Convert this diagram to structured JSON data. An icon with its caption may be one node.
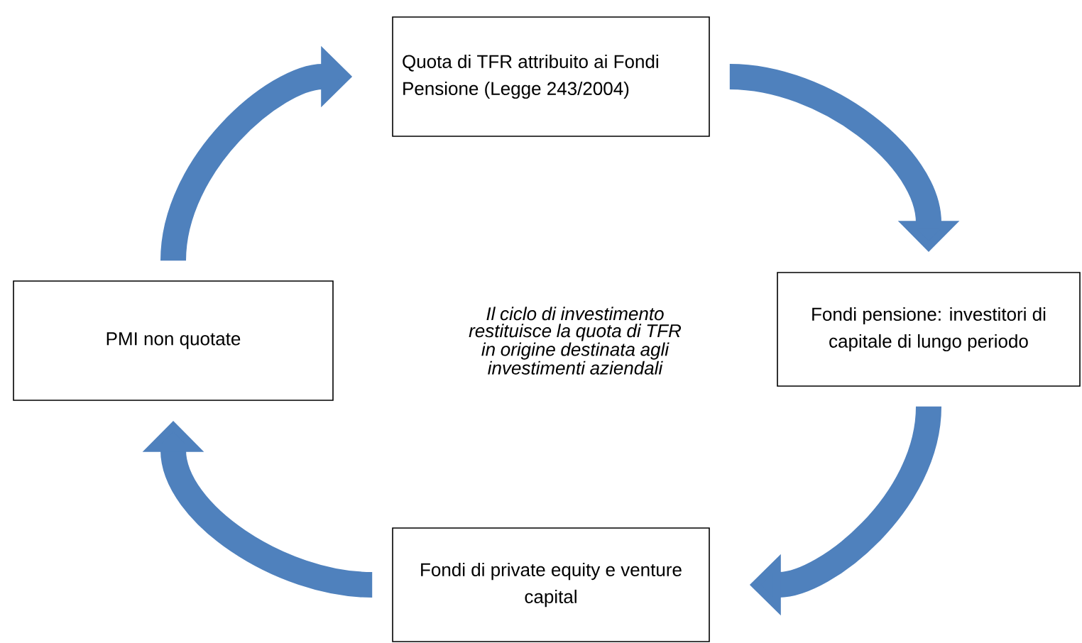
{
  "diagram": {
    "nodes": [
      {
        "text": [
          "Quota di TFR attribuito ai Fondi Pensione (Legge 243/2004)"
        ]
      },
      {
        "text": [
          "Fondi pensione: investitori di capitale di lungo periodo"
        ]
      },
      {
        "text": [
          "Fondi di private equity e venture capital"
        ]
      },
      {
        "text": [
          "PMI non quotate"
        ]
      }
    ],
    "edges": [
      {
        "from": 3,
        "to": 0,
        "arrow": "to"
      },
      {
        "from": 0,
        "to": 1,
        "arrow": "to"
      },
      {
        "from": 1,
        "to": 2,
        "arrow": "to"
      },
      {
        "from": 2,
        "to": 3,
        "arrow": "to"
      }
    ],
    "labels": [
      "Il ciclo di investimento restituisce la quota di TFR in origine destinata agli investimenti aziendali"
    ]
  }
}
